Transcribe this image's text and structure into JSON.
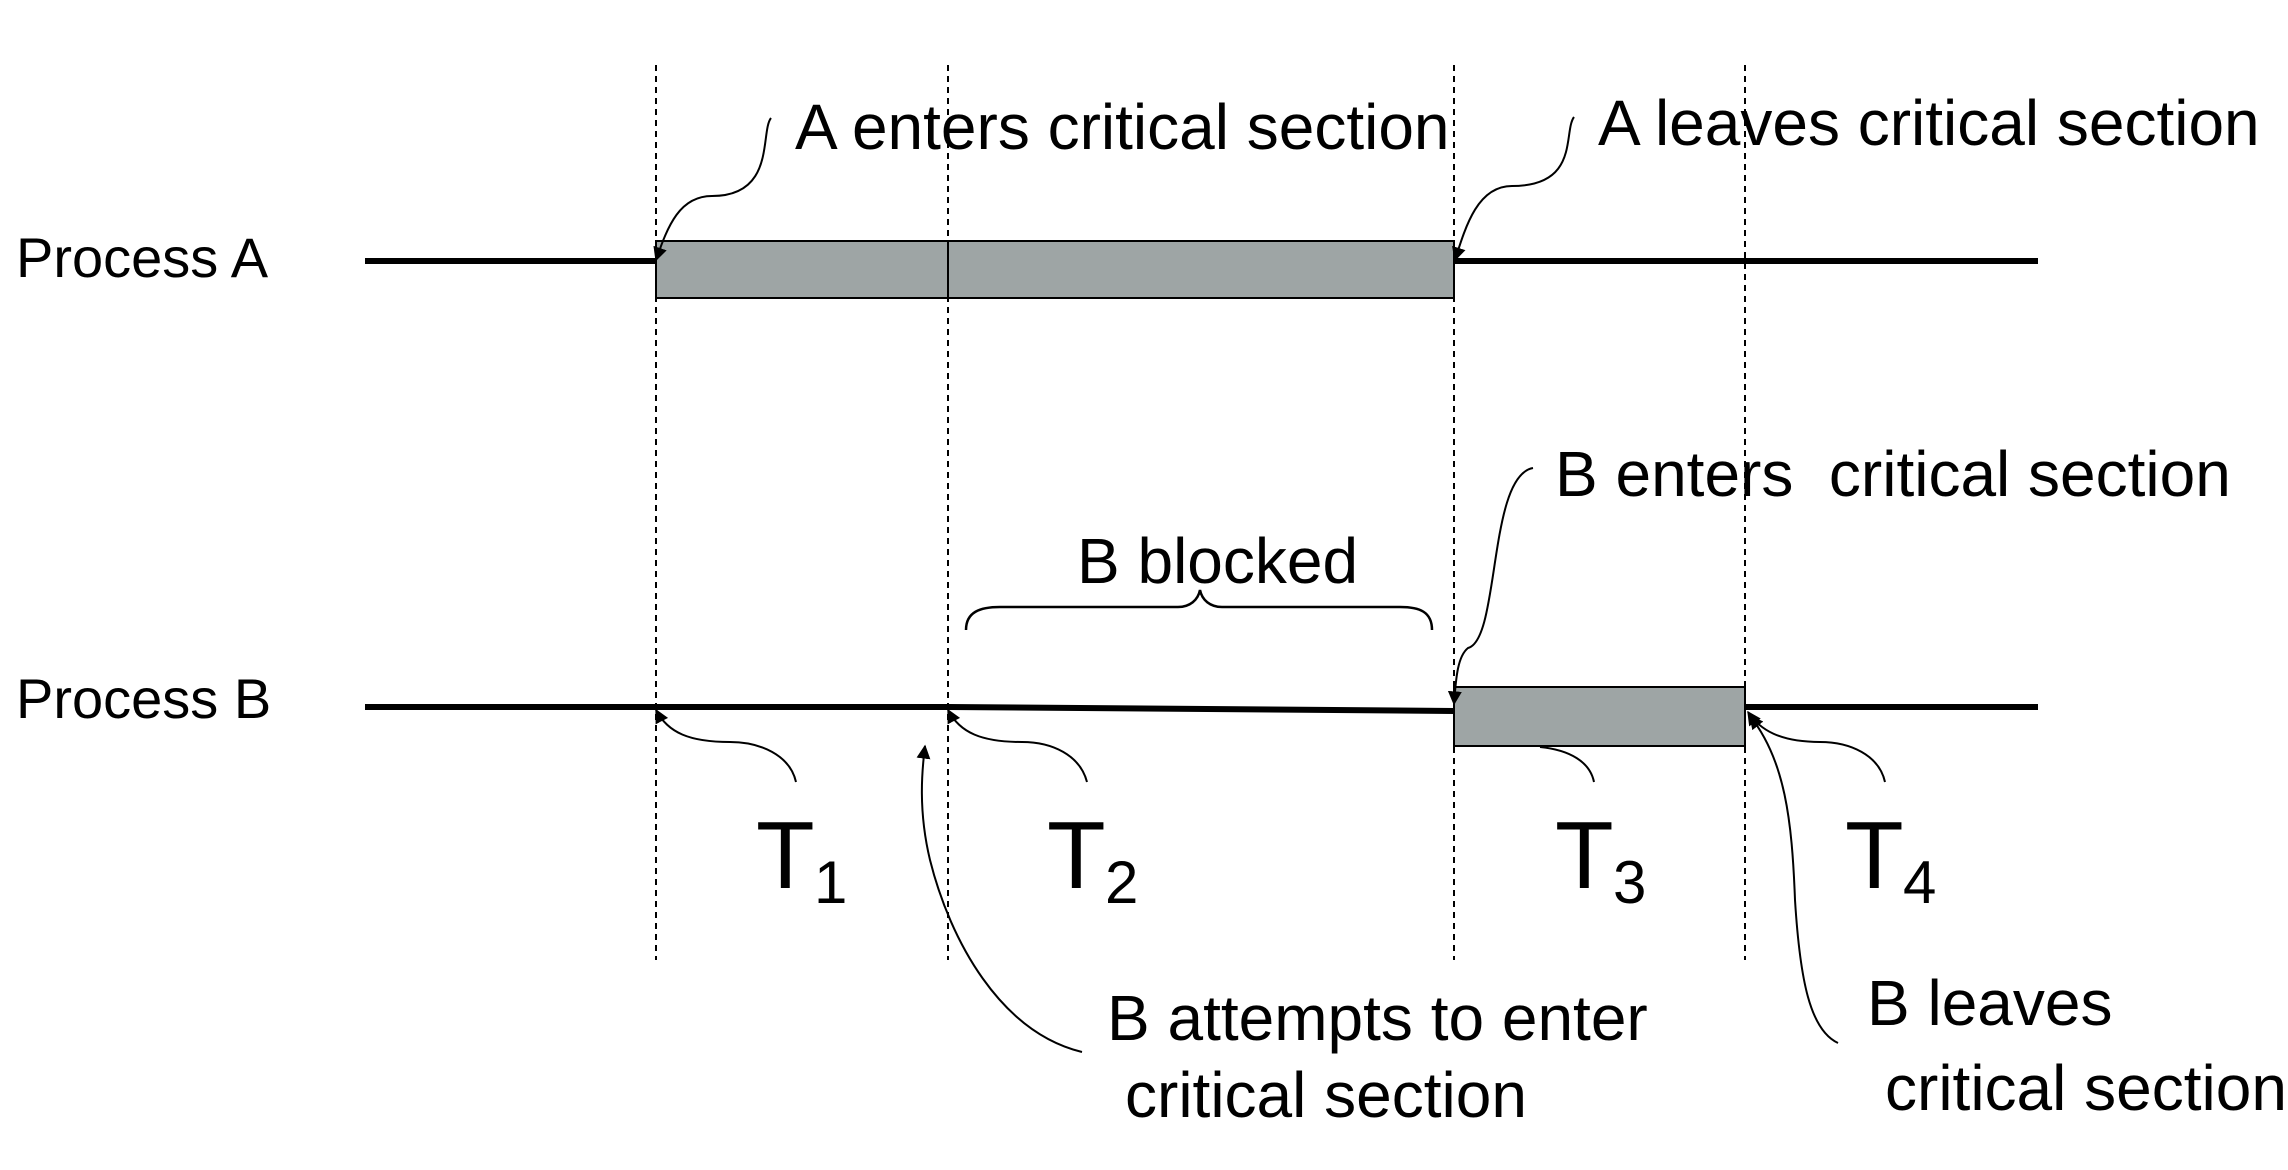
{
  "colors": {
    "critical_section_fill": "#9ea5a5",
    "line": "#000000",
    "background": "#ffffff"
  },
  "processes": {
    "a_label": "Process A",
    "b_label": "Process B"
  },
  "annotations": {
    "a_enters": "A enters critical section",
    "a_leaves": "A leaves critical section",
    "b_enters": "B enters  critical section",
    "b_blocked": "B blocked",
    "b_attempts_line1": "B attempts to enter",
    "b_attempts_line2": "critical section",
    "b_leaves_line1": "B leaves",
    "b_leaves_line2": "critical section"
  },
  "times": [
    {
      "base": "T",
      "sub": "1"
    },
    {
      "base": "T",
      "sub": "2"
    },
    {
      "base": "T",
      "sub": "3"
    },
    {
      "base": "T",
      "sub": "4"
    }
  ]
}
